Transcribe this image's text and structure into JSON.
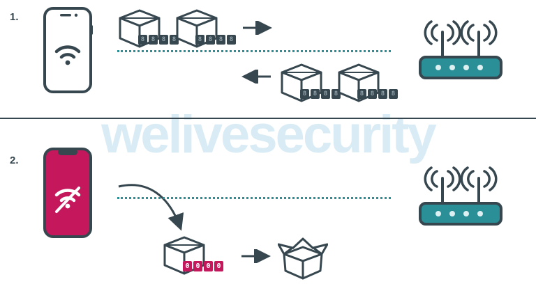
{
  "steps": {
    "one": "1.",
    "two": "2."
  },
  "watermark": {
    "text": "welivesecurity"
  },
  "key": {
    "encrypted_digits": [
      "8",
      "8",
      "8",
      "8"
    ],
    "zero_digits": [
      "0",
      "0",
      "0",
      "0"
    ]
  },
  "colors": {
    "ink": "#37474f",
    "teal": "#2a8f96",
    "pink": "#c4175c",
    "watermark_blue": "#d9ecf5",
    "background": "#ffffff"
  },
  "icons": {
    "phone_wifi_on": "smartphone with wifi signal",
    "phone_wifi_off": "pink smartphone with crossed-out wifi",
    "router": "teal wifi router with two antennas",
    "packet_box": "sealed parcel representing encrypted packet",
    "open_box": "opened empty parcel",
    "arrow_right": "right arrow",
    "arrow_left": "left arrow",
    "curved_arrow": "curved arrow down to packet",
    "dotted_link": "dotted wireless link"
  }
}
